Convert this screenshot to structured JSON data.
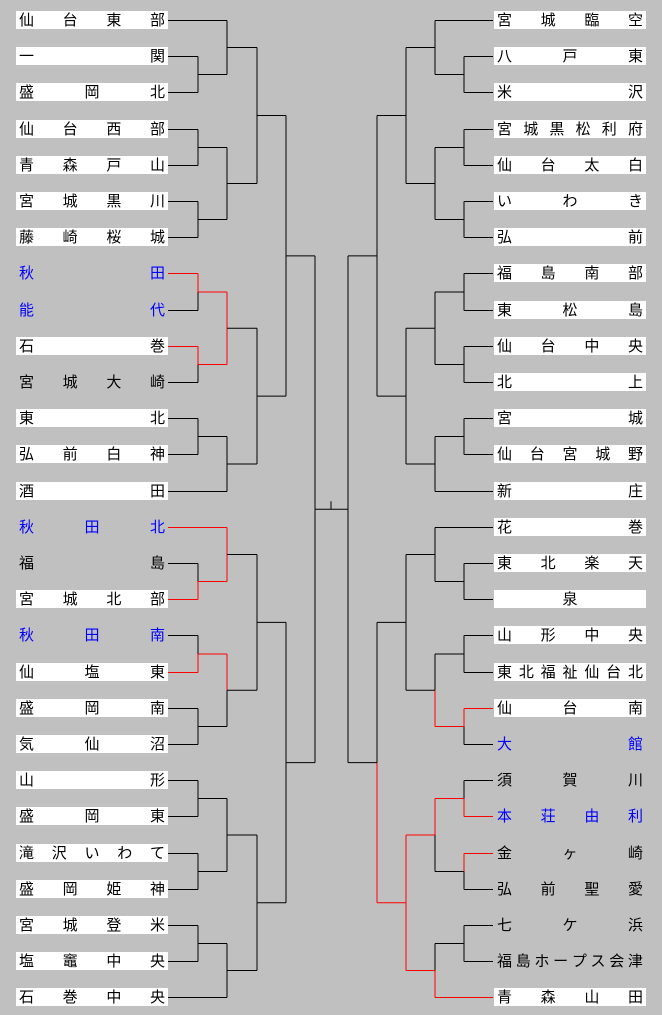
{
  "left_teams": [
    {
      "name": "仙台東部",
      "white": true,
      "winner": false
    },
    {
      "name": "一関",
      "white": true,
      "winner": false
    },
    {
      "name": "盛岡北",
      "white": true,
      "winner": false
    },
    {
      "name": "仙台西部",
      "white": true,
      "winner": false
    },
    {
      "name": "青森戸山",
      "white": true,
      "winner": false
    },
    {
      "name": "宮城黒川",
      "white": true,
      "winner": false
    },
    {
      "name": "藤崎桜城",
      "white": true,
      "winner": false
    },
    {
      "name": "秋田",
      "white": false,
      "winner": true
    },
    {
      "name": "能代",
      "white": false,
      "winner": true
    },
    {
      "name": "石巻",
      "white": true,
      "winner": false
    },
    {
      "name": "宮城大崎",
      "white": false,
      "winner": false
    },
    {
      "name": "東北",
      "white": true,
      "winner": false
    },
    {
      "name": "弘前白神",
      "white": true,
      "winner": false
    },
    {
      "name": "酒田",
      "white": true,
      "winner": false
    },
    {
      "name": "秋田北",
      "white": false,
      "winner": true
    },
    {
      "name": "福島",
      "white": false,
      "winner": false
    },
    {
      "name": "宮城北部",
      "white": true,
      "winner": false
    },
    {
      "name": "秋田南",
      "white": false,
      "winner": true
    },
    {
      "name": "仙塩東",
      "white": true,
      "winner": false
    },
    {
      "name": "盛岡南",
      "white": true,
      "winner": false
    },
    {
      "name": "気仙沼",
      "white": true,
      "winner": false
    },
    {
      "name": "山形",
      "white": true,
      "winner": false
    },
    {
      "name": "盛岡東",
      "white": true,
      "winner": false
    },
    {
      "name": "滝沢いわて",
      "white": true,
      "winner": false
    },
    {
      "name": "盛岡姫神",
      "white": true,
      "winner": false
    },
    {
      "name": "宮城登米",
      "white": true,
      "winner": false
    },
    {
      "name": "塩竈中央",
      "white": true,
      "winner": false
    },
    {
      "name": "石巻中央",
      "white": true,
      "winner": false
    }
  ],
  "right_teams": [
    {
      "name": "宮城臨空",
      "white": true,
      "winner": false
    },
    {
      "name": "八戸東",
      "white": true,
      "winner": false
    },
    {
      "name": "米沢",
      "white": true,
      "winner": false
    },
    {
      "name": "宮城黒松利府",
      "white": true,
      "winner": false
    },
    {
      "name": "仙台太白",
      "white": true,
      "winner": false
    },
    {
      "name": "いわき",
      "white": true,
      "winner": false
    },
    {
      "name": "弘前",
      "white": true,
      "winner": false
    },
    {
      "name": "福島南部",
      "white": true,
      "winner": false
    },
    {
      "name": "東松島",
      "white": true,
      "winner": false
    },
    {
      "name": "仙台中央",
      "white": true,
      "winner": false
    },
    {
      "name": "北上",
      "white": true,
      "winner": false
    },
    {
      "name": "宮城",
      "white": true,
      "winner": false
    },
    {
      "name": "仙台宮城野",
      "white": true,
      "winner": false
    },
    {
      "name": "新庄",
      "white": true,
      "winner": false
    },
    {
      "name": "花巻",
      "white": true,
      "winner": false
    },
    {
      "name": "東北楽天",
      "white": true,
      "winner": false
    },
    {
      "name": "泉",
      "white": true,
      "winner": false,
      "center": true
    },
    {
      "name": "山形中央",
      "white": true,
      "winner": false
    },
    {
      "name": "東北福祉仙台北",
      "white": true,
      "winner": false
    },
    {
      "name": "仙台南",
      "white": true,
      "winner": false
    },
    {
      "name": "大館",
      "white": false,
      "winner": true
    },
    {
      "name": "須賀川",
      "white": false,
      "winner": false
    },
    {
      "name": "本荘由利",
      "white": false,
      "winner": true
    },
    {
      "name": "金ヶ崎",
      "white": false,
      "winner": false
    },
    {
      "name": "弘前聖愛",
      "white": false,
      "winner": false
    },
    {
      "name": "七ケ浜",
      "white": false,
      "winner": false
    },
    {
      "name": "福島ホープス会津",
      "white": false,
      "winner": false
    },
    {
      "name": "青森山田",
      "white": true,
      "winner": false
    }
  ],
  "colors": {
    "background": "#c0c0c0",
    "line": "#000000",
    "highlight": "#ff0000",
    "winner_text": "#0000ff"
  }
}
